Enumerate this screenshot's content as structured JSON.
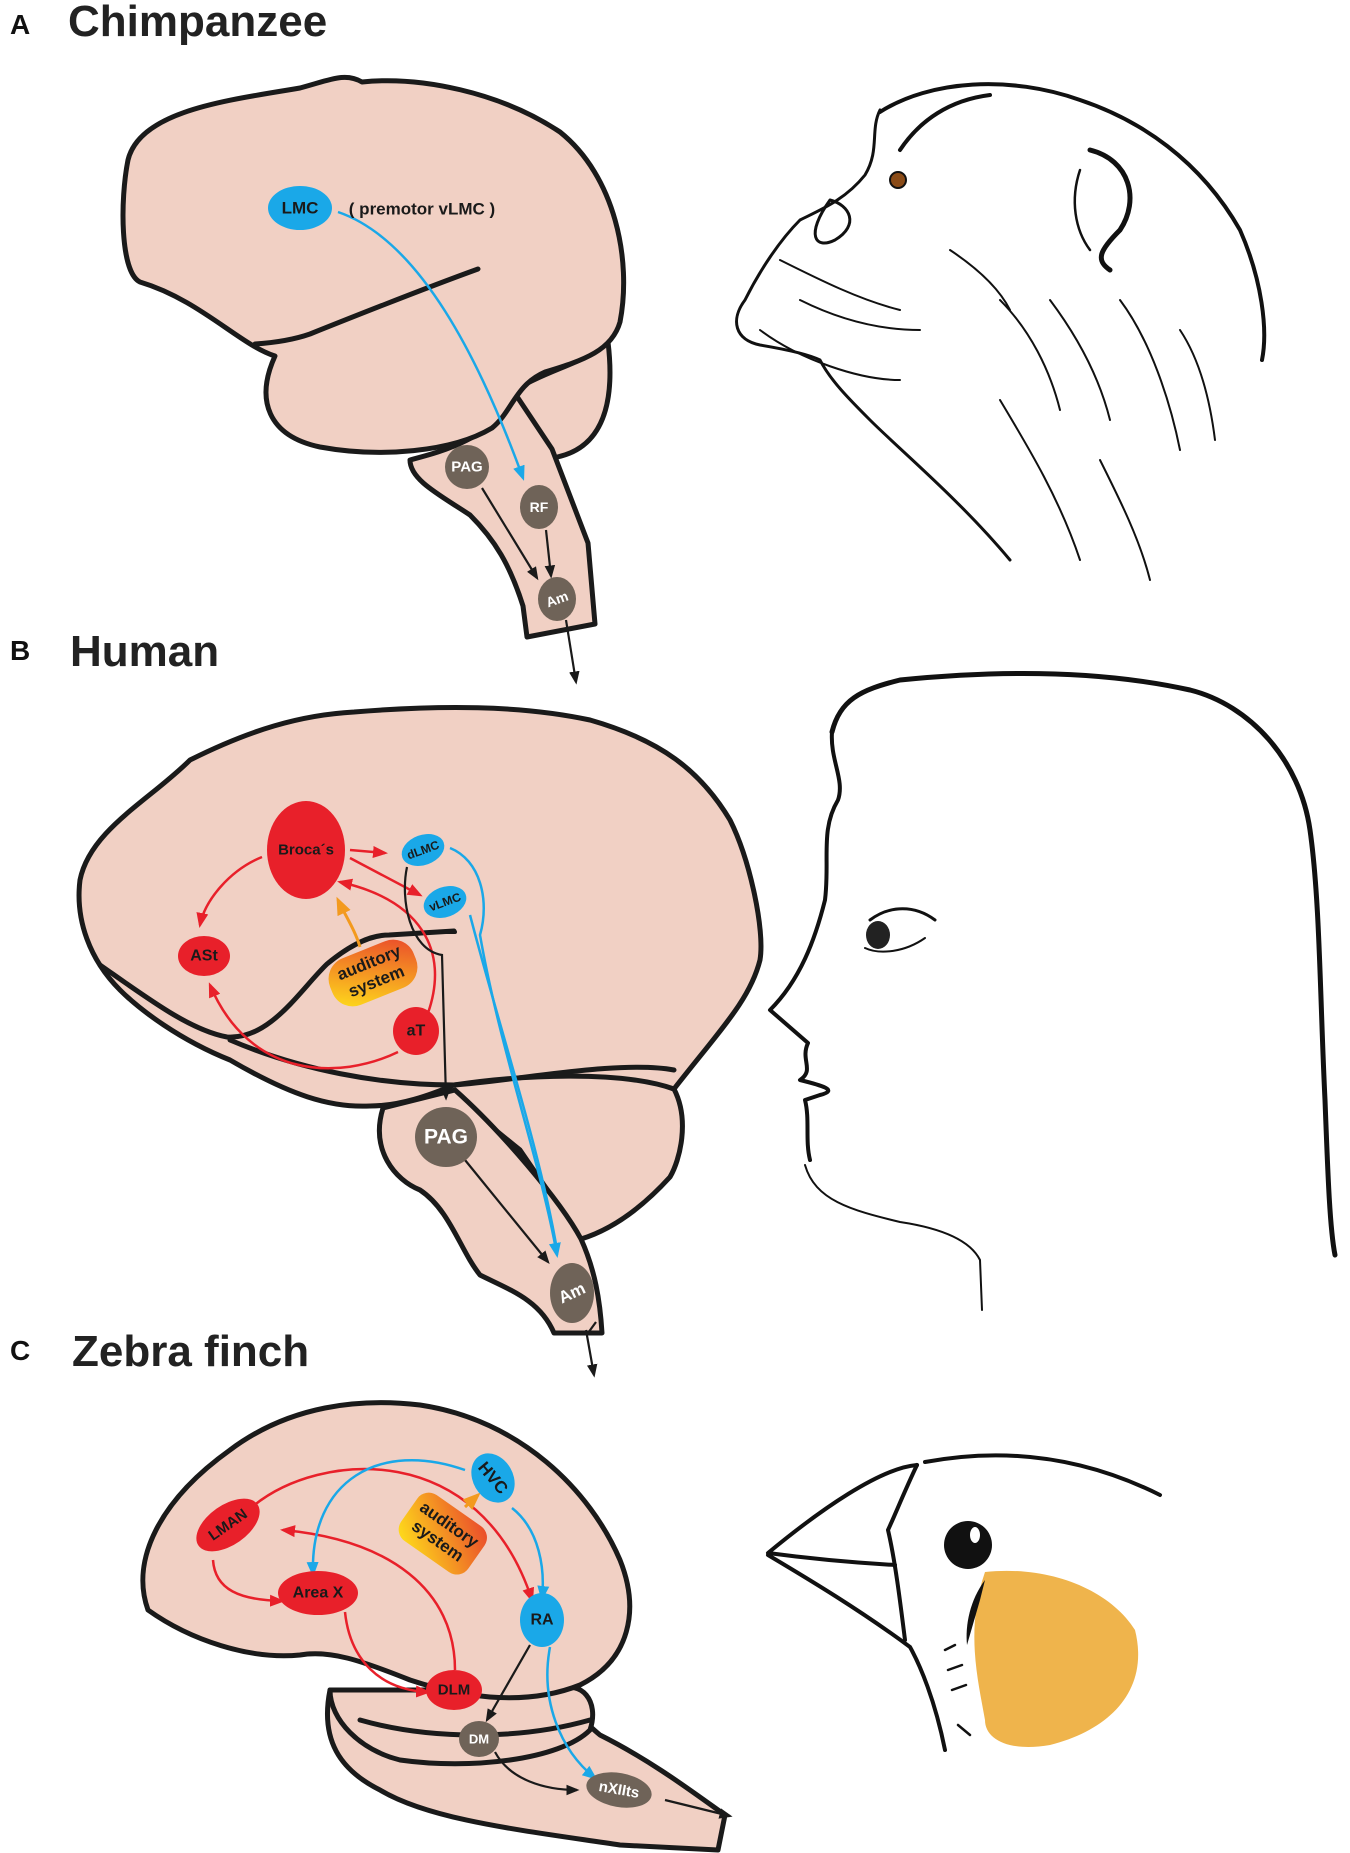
{
  "panels": [
    {
      "letter": "A",
      "title": "Chimpanzee"
    },
    {
      "letter": "B",
      "title": "Human"
    },
    {
      "letter": "C",
      "title": "Zebra finch"
    }
  ],
  "chimpanzee": {
    "LMC": "LMC",
    "LMC_note": "( premotor vLMC )",
    "PAG": "PAG",
    "RF": "RF",
    "Am": "Am"
  },
  "human": {
    "Broca": "Broca´s",
    "dLMC": "dLMC",
    "vLMC": "vLMC",
    "ASt": "ASt",
    "auditory_1": "auditory",
    "auditory_2": "system",
    "aT": "aT",
    "PAG": "PAG",
    "Am": "Am"
  },
  "finch": {
    "HVC": "HVC",
    "LMAN": "LMAN",
    "AreaX": "Area X",
    "auditory_1": "auditory",
    "auditory_2": "system",
    "RA": "RA",
    "DLM": "DLM",
    "DM": "DM",
    "nXIIts": "nXIIts"
  },
  "colors": {
    "brain_fill": "#f1d0c4",
    "motor_blue": "#1aa8e8",
    "vocal_red": "#e8202a",
    "brainstem_gray": "#6f6358",
    "auditory_gradient": [
      "#ffe21a",
      "#e9452c"
    ],
    "cheek_orange": "#efb44c"
  }
}
